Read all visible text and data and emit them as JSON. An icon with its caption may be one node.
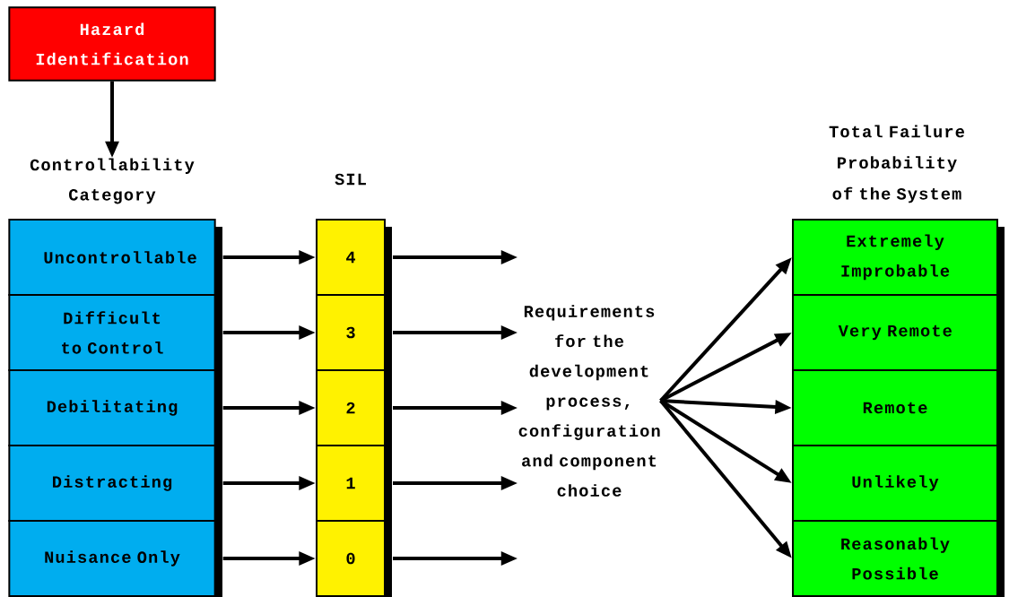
{
  "diagram": {
    "nodes": [
      {
        "text": [
          "Hazard Identification"
        ]
      },
      {
        "text": [
          "Controllability Category"
        ]
      },
      {
        "text": [
          "Uncontrollable"
        ]
      },
      {
        "text": [
          "Difficult to Control"
        ]
      },
      {
        "text": [
          "Debilitating"
        ]
      },
      {
        "text": [
          "Distracting"
        ]
      },
      {
        "text": [
          "Nuisance Only"
        ]
      },
      {
        "text": [
          "4"
        ]
      },
      {
        "text": [
          "3"
        ]
      },
      {
        "text": [
          "2"
        ]
      },
      {
        "text": [
          "1"
        ]
      },
      {
        "text": [
          "0"
        ]
      },
      {
        "text": [
          "Requirements for the development process, configuration and component choice"
        ]
      },
      {
        "text": [
          "Extremely Improbable"
        ]
      },
      {
        "text": [
          "Very Remote"
        ]
      },
      {
        "text": [
          "Remote"
        ]
      },
      {
        "text": [
          "Unlikely"
        ]
      },
      {
        "text": [
          "Reasonably Possible"
        ]
      }
    ],
    "edges": [
      {
        "from": 0,
        "to": 1,
        "arrow": "to"
      },
      {
        "from": 2,
        "to": 7,
        "arrow": "to"
      },
      {
        "from": 3,
        "to": 8,
        "arrow": "to"
      },
      {
        "from": 4,
        "to": 9,
        "arrow": "to"
      },
      {
        "from": 5,
        "to": 10,
        "arrow": "to"
      },
      {
        "from": 6,
        "to": 11,
        "arrow": "to"
      },
      {
        "from": 7,
        "to": 12,
        "arrow": "to"
      },
      {
        "from": 8,
        "to": 12,
        "arrow": "to"
      },
      {
        "from": 9,
        "to": 12,
        "arrow": "to"
      },
      {
        "from": 10,
        "to": 12,
        "arrow": "to"
      },
      {
        "from": 11,
        "to": 12,
        "arrow": "to"
      },
      {
        "from": 12,
        "to": 13,
        "arrow": "to"
      },
      {
        "from": 12,
        "to": 14,
        "arrow": "to"
      },
      {
        "from": 12,
        "to": 15,
        "arrow": "to"
      },
      {
        "from": 12,
        "to": 16,
        "arrow": "to"
      },
      {
        "from": 12,
        "to": 17,
        "arrow": "to"
      }
    ],
    "labels": [
      "SIL",
      "Total Failure Probability of the System"
    ]
  }
}
